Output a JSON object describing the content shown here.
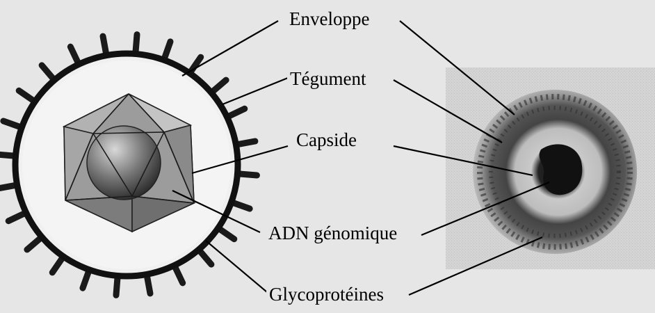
{
  "diagram": {
    "labels": {
      "enveloppe": "Enveloppe",
      "tegument": "Tégument",
      "capside": "Capside",
      "adn": "ADN génomique",
      "glycoproteines": "Glycoprotéines"
    },
    "colors": {
      "background": "#e6e6e6",
      "envelope_stroke": "#111111",
      "capsid_fill": "#8e8e8e",
      "capsid_light": "#bdbdbd",
      "sphere_dark": "#3a3a3a",
      "sphere_light": "#c8c8c8",
      "micrograph_bg": "#cfcfcf"
    }
  }
}
